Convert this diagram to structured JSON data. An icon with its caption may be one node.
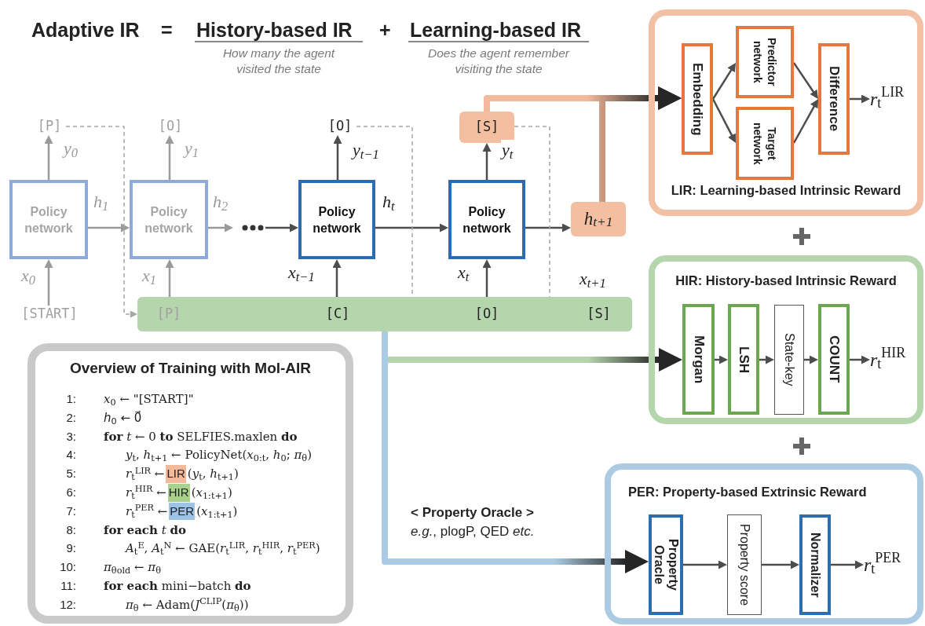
{
  "diagram": {
    "nodes": [
      {
        "text": [
          "[P]"
        ]
      },
      {
        "text": [
          "[O]"
        ]
      },
      {
        "text": [
          "[O]"
        ]
      },
      {
        "text": [
          "[S]"
        ]
      },
      {
        "text": [
          "Policy network"
        ]
      },
      {
        "text": [
          "Policy network"
        ]
      },
      {
        "text": [
          "Policy network"
        ]
      },
      {
        "text": [
          "Policy network"
        ]
      },
      {
        "text": [
          "h$_{t+1}$"
        ]
      },
      {
        "text": [
          "[START]"
        ]
      },
      {
        "text": [],
        "shape": "bar"
      },
      {
        "text": [
          "[P]"
        ],
        "in": 10
      },
      {
        "text": [
          "[C]"
        ],
        "in": 10
      },
      {
        "text": [
          "[O]"
        ],
        "in": 10
      },
      {
        "text": [
          "[S]"
        ],
        "in": 10
      },
      {
        "text": [
          "LIR: Learning-based Intrinsic Reward"
        ]
      },
      {
        "text": [
          "Embedding"
        ],
        "in": 15
      },
      {
        "text": [
          "Predictor network"
        ],
        "in": 15
      },
      {
        "text": [
          "Target network"
        ],
        "in": 15
      },
      {
        "text": [
          "Difference"
        ],
        "in": 15
      },
      {
        "text": [
          "*r*$_{t}$$^{LIR}$"
        ],
        "in": 15
      },
      {
        "text": [
          "HIR: History-based Intrinsic Reward"
        ]
      },
      {
        "text": [
          "Morgan"
        ],
        "in": 21
      },
      {
        "text": [
          "LSH"
        ],
        "in": 21
      },
      {
        "text": [
          "State-key"
        ],
        "in": 21
      },
      {
        "text": [
          "COUNT"
        ],
        "in": 21
      },
      {
        "text": [
          "*r*$_{t}$$^{HIR}$"
        ],
        "in": 21
      },
      {
        "text": [
          "PER: Property-based Extrinsic Reward"
        ]
      },
      {
        "text": [
          "Property Oracle"
        ],
        "in": 27
      },
      {
        "text": [
          "Property score"
        ],
        "in": 27
      },
      {
        "text": [
          "Normalizer"
        ],
        "in": 27
      },
      {
        "text": [
          "*r*$_{t}$$^{PER}$"
        ],
        "in": 27
      },
      {
        "text": [
          "Overview of Training with Mol-AIR",
          "1:",
          "*x*$_{0}$ ← \"[START]\"",
          "2:",
          "*h*$_{0}$ ← 0⃗",
          "3:",
          "**for** *t* ← 0 **to** SELFIES.maxlen **do**",
          "4:",
          "*y*$_{t}$, *h*$_{t+1}$ ← PolicyNet(*x*$_{0:t}$, *h*$_{0}$; *π*$_{θ}$)",
          "5:",
          "*r*$_{t}$$^{LIR}$ ←",
          "LIR",
          "(*y*$_{t}$, *h*$_{t+1}$)",
          "6:",
          "*r*$_{t}$$^{HIR}$ ←",
          "HIR",
          "(*x*$_{1:t+1}$)",
          "7:",
          "*r*$_{t}$$^{PER}$ ←",
          "PER",
          "(*x*$_{1:t+1}$)",
          "8:",
          "**for each** *t* **do**",
          "9:",
          "*A*$_{t}$$^{E}$, *A*$_{t}$$^{N}$ ← GAE(*r*$_{t}$$^{LIR}$, *r*$_{t}$$^{HIR}$, *r*$_{t}$$^{PER}$)",
          "10:",
          "*π*$_{θold}$ ← *π*$_{θ}$",
          "11:",
          "**for each** mini−batch **do**",
          "12:",
          "*π*$_{θ}$ ← Adam(*J*$^{CLIP}$(*π*$_{θ}$))"
        ]
      }
    ],
    "edges": [
      {
        "from": 4,
        "to": 0,
        "arrow": "to",
        "label": "y$_{0}$",
        "color": "#9a9a9a"
      },
      {
        "from": 5,
        "to": 1,
        "arrow": "to",
        "label": "y$_{1}$",
        "color": "#9a9a9a"
      },
      {
        "from": 6,
        "to": 2,
        "arrow": "to",
        "label": "y$_{t−1}$"
      },
      {
        "from": 7,
        "to": 3,
        "arrow": "to",
        "label": "y$_{t}$"
      },
      {
        "from": 4,
        "to": 5,
        "arrow": "to",
        "label": "h$_{1}$",
        "color": "#9a9a9a"
      },
      {
        "from": 5,
        "to": null,
        "arrow": "to",
        "label": "h$_{2}$",
        "color": "#9a9a9a"
      },
      {
        "from": null,
        "to": 6,
        "arrow": "to"
      },
      {
        "from": 6,
        "to": 7,
        "arrow": "to",
        "label": "h$_{t}$"
      },
      {
        "from": 7,
        "to": 8,
        "arrow": "to"
      },
      {
        "from": 9,
        "to": 4,
        "arrow": "to",
        "label": "x$_{0}$",
        "color": "#9a9a9a"
      },
      {
        "from": 11,
        "to": 5,
        "arrow": "to",
        "label": "x$_{1}$",
        "color": "#9a9a9a"
      },
      {
        "from": 12,
        "to": 6,
        "arrow": "to",
        "label": "x$_{t−1}$"
      },
      {
        "from": 13,
        "to": 7,
        "arrow": "to",
        "label": "x$_{t}$"
      },
      {
        "from": 0,
        "to": 11,
        "arrow": "to",
        "style": "dashed",
        "color": "#a6a6a6"
      },
      {
        "from": 2,
        "to": 13,
        "arrow": "to",
        "style": "dashed",
        "color": "#a6a6a6"
      },
      {
        "from": 3,
        "to": 14,
        "arrow": "to",
        "style": "dashed",
        "color": "#a6a6a6"
      },
      {
        "from": 3,
        "to": 16,
        "arrow": "to",
        "style": "thick",
        "color": "#f4b99a"
      },
      {
        "from": 8,
        "to": 16,
        "arrow": "to",
        "style": "thick",
        "color": "#f4b99a"
      },
      {
        "from": 10,
        "to": 22,
        "arrow": "to",
        "style": "thick",
        "color": "#b5d5ac"
      },
      {
        "from": 10,
        "to": 28,
        "arrow": "to",
        "style": "thick",
        "color": "#a9cbe3"
      },
      {
        "from": 16,
        "to": 17,
        "arrow": "to"
      },
      {
        "from": 16,
        "to": 18,
        "arrow": "to"
      },
      {
        "from": 17,
        "to": 19,
        "arrow": "to"
      },
      {
        "from": 18,
        "to": 19,
        "arrow": "to"
      },
      {
        "from": 19,
        "to": 20,
        "arrow": "to"
      },
      {
        "from": 22,
        "to": 23,
        "arrow": "to"
      },
      {
        "from": 23,
        "to": 24,
        "arrow": "to"
      },
      {
        "from": 24,
        "to": 25,
        "arrow": "to"
      },
      {
        "from": 25,
        "to": 26,
        "arrow": "to"
      },
      {
        "from": 28,
        "to": 29,
        "arrow": "to"
      },
      {
        "from": 29,
        "to": 30,
        "arrow": "to"
      },
      {
        "from": 30,
        "to": 31,
        "arrow": "to"
      }
    ],
    "labels": [
      "Adaptive IR",
      "=",
      "History-based IR",
      "+",
      "Learning-based IR",
      "How many the agent visited the state",
      "Does the agent remember visiting the state",
      "x$_{t+1}$",
      "< Property Oracle >",
      "*e.g.*, plogP, QED *etc.*"
    ]
  }
}
